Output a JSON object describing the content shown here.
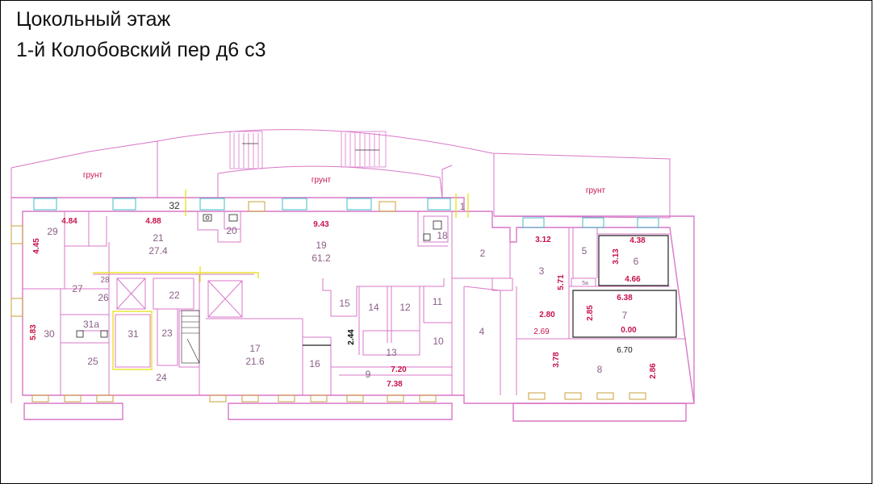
{
  "title_line1": "Цокольный этаж",
  "title_line2": "1-й Колобовский пер д6 с3",
  "colors": {
    "wall": "#d977c8",
    "window": "#3fbcc4",
    "room_number": "#8a5f86",
    "dimension": "#c8124a",
    "dimension_dark": "#111111",
    "marker": "#e4e000",
    "hatch": "#c9a03a"
  },
  "ground_labels": [
    {
      "id": "ground-left",
      "text": "грунт"
    },
    {
      "id": "ground-center",
      "text": "грунт"
    },
    {
      "id": "ground-right",
      "text": "грунт"
    }
  ],
  "rooms": [
    {
      "id": "r1",
      "number": "1"
    },
    {
      "id": "r2",
      "number": "2"
    },
    {
      "id": "r3",
      "number": "3"
    },
    {
      "id": "r4",
      "number": "4"
    },
    {
      "id": "r5",
      "number": "5"
    },
    {
      "id": "r5a",
      "number": "5a"
    },
    {
      "id": "r6",
      "number": "6"
    },
    {
      "id": "r7",
      "number": "7"
    },
    {
      "id": "r8",
      "number": "8"
    },
    {
      "id": "r9",
      "number": "9"
    },
    {
      "id": "r10",
      "number": "10"
    },
    {
      "id": "r11",
      "number": "11"
    },
    {
      "id": "r12",
      "number": "12"
    },
    {
      "id": "r13",
      "number": "13"
    },
    {
      "id": "r14",
      "number": "14"
    },
    {
      "id": "r15",
      "number": "15"
    },
    {
      "id": "r16",
      "number": "16"
    },
    {
      "id": "r17",
      "number": "17",
      "area": "21.6"
    },
    {
      "id": "r18",
      "number": "18"
    },
    {
      "id": "r19",
      "number": "19",
      "area": "61.2"
    },
    {
      "id": "r20",
      "number": "20"
    },
    {
      "id": "r21",
      "number": "21",
      "area": "27.4"
    },
    {
      "id": "r22",
      "number": "22"
    },
    {
      "id": "r23",
      "number": "23"
    },
    {
      "id": "r24",
      "number": "24"
    },
    {
      "id": "r25",
      "number": "25"
    },
    {
      "id": "r26",
      "number": "26"
    },
    {
      "id": "r27",
      "number": "27"
    },
    {
      "id": "r28",
      "number": "28"
    },
    {
      "id": "r29",
      "number": "29"
    },
    {
      "id": "r30",
      "number": "30"
    },
    {
      "id": "r31",
      "number": "31"
    },
    {
      "id": "r31a",
      "number": "31а"
    },
    {
      "id": "r32",
      "number": "32"
    }
  ],
  "dimensions": [
    {
      "id": "d484",
      "value": "4.84"
    },
    {
      "id": "d488",
      "value": "4.88"
    },
    {
      "id": "d943",
      "value": "9.43"
    },
    {
      "id": "d445",
      "value": "4.45"
    },
    {
      "id": "d312",
      "value": "3.12"
    },
    {
      "id": "d438",
      "value": "4.38"
    },
    {
      "id": "d313",
      "value": "3.13"
    },
    {
      "id": "d466",
      "value": "4.66"
    },
    {
      "id": "d571",
      "value": "5.71"
    },
    {
      "id": "d638",
      "value": "6.38"
    },
    {
      "id": "d280",
      "value": "2.80"
    },
    {
      "id": "d285",
      "value": "2.85"
    },
    {
      "id": "d269",
      "value": "2.69"
    },
    {
      "id": "d000",
      "value": "0.00"
    },
    {
      "id": "d670",
      "value": "6.70"
    },
    {
      "id": "d378",
      "value": "3.78"
    },
    {
      "id": "d286",
      "value": "2.86"
    },
    {
      "id": "d583",
      "value": "5.83"
    },
    {
      "id": "d244",
      "value": "2.44"
    },
    {
      "id": "d720",
      "value": "7.20"
    },
    {
      "id": "d738",
      "value": "7.38"
    }
  ]
}
